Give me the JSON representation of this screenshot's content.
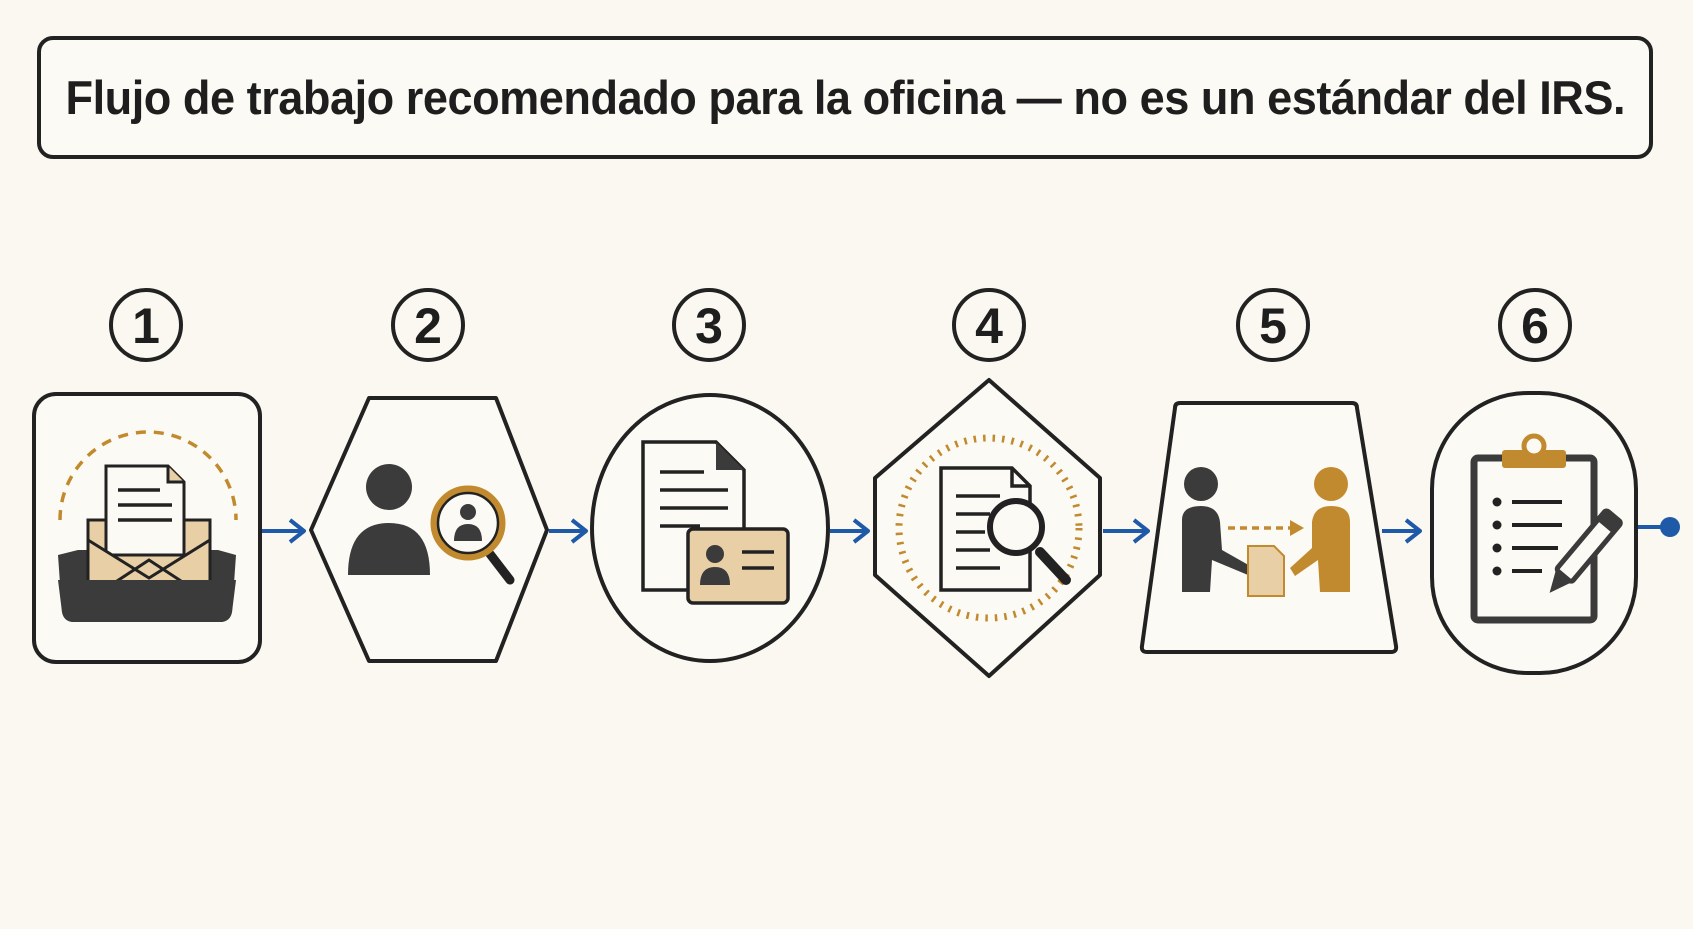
{
  "title": "Flujo de trabajo recomendado para la oficina — no es un estándar del IRS.",
  "colors": {
    "background": "#fbf8f1",
    "outline": "#222222",
    "gold": "#c28a2e",
    "tan": "#e9cfa6",
    "dark": "#3b3b3b",
    "arrow": "#1f5aa8"
  },
  "steps": [
    {
      "number": "1",
      "shape": "rounded-square",
      "icon": "mail-inbox-icon"
    },
    {
      "number": "2",
      "shape": "hexagon",
      "icon": "person-search-icon"
    },
    {
      "number": "3",
      "shape": "circle",
      "icon": "document-id-card-icon"
    },
    {
      "number": "4",
      "shape": "diamond",
      "icon": "document-review-icon"
    },
    {
      "number": "5",
      "shape": "trapezoid",
      "icon": "handoff-people-icon"
    },
    {
      "number": "6",
      "shape": "rounded-oval",
      "icon": "clipboard-sign-icon"
    }
  ]
}
